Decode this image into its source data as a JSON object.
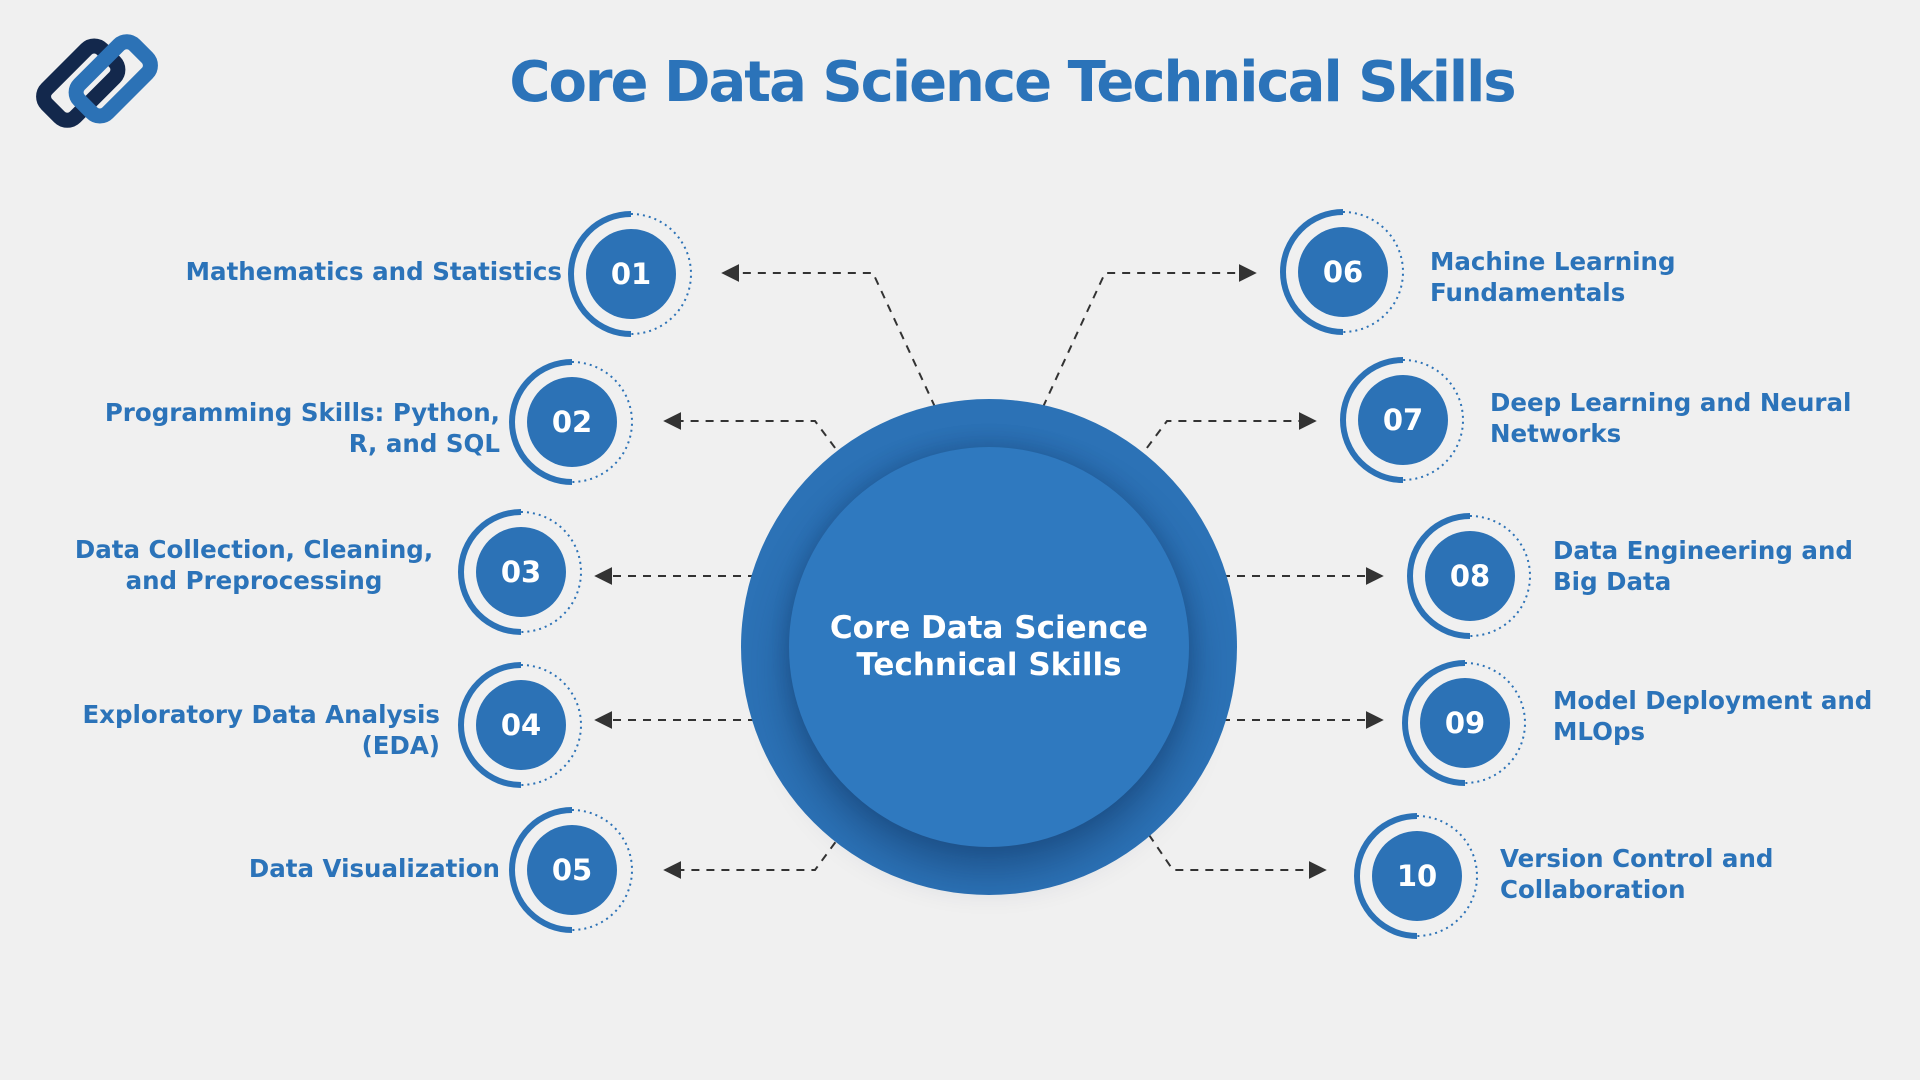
{
  "title": "Core Data Science Technical Skills",
  "logo": {
    "icon": "interlocking-chain-logo-icon",
    "colors": [
      "#13284c",
      "#2c72b6"
    ]
  },
  "center": {
    "label": "Core Data Science Technical Skills"
  },
  "colors": {
    "background": "#f0f0f0",
    "primary_blue": "#2c72b6",
    "text_blue": "#2b73b9",
    "connector": "#333333"
  },
  "skills": [
    {
      "number": "01",
      "label": "Mathematics and Statistics",
      "side": "left"
    },
    {
      "number": "02",
      "label": "Programming Skills: Python, R, and SQL",
      "side": "left"
    },
    {
      "number": "03",
      "label": "Data Collection, Cleaning, and Preprocessing",
      "side": "left"
    },
    {
      "number": "04",
      "label": "Exploratory Data Analysis (EDA)",
      "side": "left"
    },
    {
      "number": "05",
      "label": "Data Visualization",
      "side": "left"
    },
    {
      "number": "06",
      "label": "Machine Learning Fundamentals",
      "side": "right"
    },
    {
      "number": "07",
      "label": "Deep Learning and Neural Networks",
      "side": "right"
    },
    {
      "number": "08",
      "label": "Data Engineering and Big Data",
      "side": "right"
    },
    {
      "number": "09",
      "label": "Model Deployment and MLOps",
      "side": "right"
    },
    {
      "number": "10",
      "label": "Version Control and Collaboration",
      "side": "right"
    }
  ]
}
